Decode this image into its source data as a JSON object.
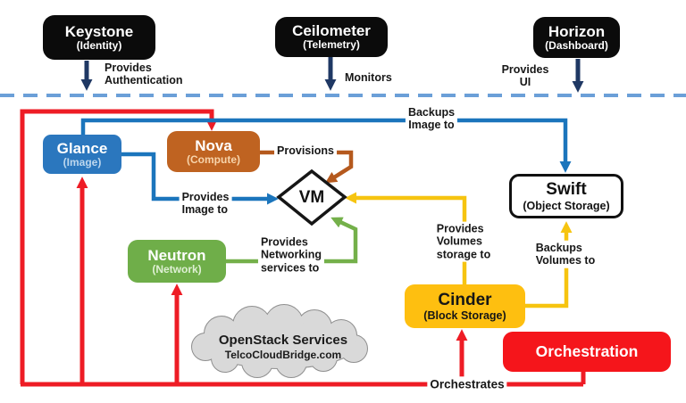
{
  "nodes": {
    "keystone": {
      "title": "Keystone",
      "subtitle": "(Identity)"
    },
    "ceilometer": {
      "title": "Ceilometer",
      "subtitle": "(Telemetry)"
    },
    "horizon": {
      "title": "Horizon",
      "subtitle": "(Dashboard)"
    },
    "glance": {
      "title": "Glance",
      "subtitle": "(Image)"
    },
    "nova": {
      "title": "Nova",
      "subtitle": "(Compute)"
    },
    "neutron": {
      "title": "Neutron",
      "subtitle": "(Network)"
    },
    "vm": {
      "title": "VM"
    },
    "swift": {
      "title": "Swift",
      "subtitle": "(Object Storage)"
    },
    "cinder": {
      "title": "Cinder",
      "subtitle": "(Block Storage)"
    },
    "orchestration": {
      "title": "Orchestration"
    }
  },
  "edge_labels": {
    "provides_authentication": "Provides\nAuthentication",
    "monitors": "Monitors",
    "provides_ui": "Provides\nUI",
    "backups_image_to": "Backups\nImage to",
    "provisions": "Provisions",
    "provides_image_to": "Provides\nImage to",
    "provides_networking": "Provides\nNetworking\nservices to",
    "provides_volumes": "Provides\nVolumes\nstorage to",
    "backups_volumes": "Backups\nVolumes to",
    "orchestrates": "Orchestrates"
  },
  "cloud": {
    "title": "OpenStack Services",
    "subtitle": "TelcoCloudBridge.com"
  },
  "colors": {
    "top_box_bg": "#0b0b0b",
    "glance_bg": "#2b77be",
    "nova_bg": "#bf6321",
    "neutron_bg": "#6fae49",
    "cinder_bg": "#febf10",
    "swift_bg": "#ffffff",
    "orchestration_bg": "#f5151b",
    "arrow_red": "#ee1c25",
    "arrow_navy": "#1f3864",
    "arrow_blue": "#1b75bc",
    "arrow_orange": "#b5591d",
    "arrow_green": "#74b04a",
    "arrow_yellow": "#f6c410",
    "separator_dash": "#6b9fd8",
    "cloud_fill": "#d9d9d9"
  }
}
